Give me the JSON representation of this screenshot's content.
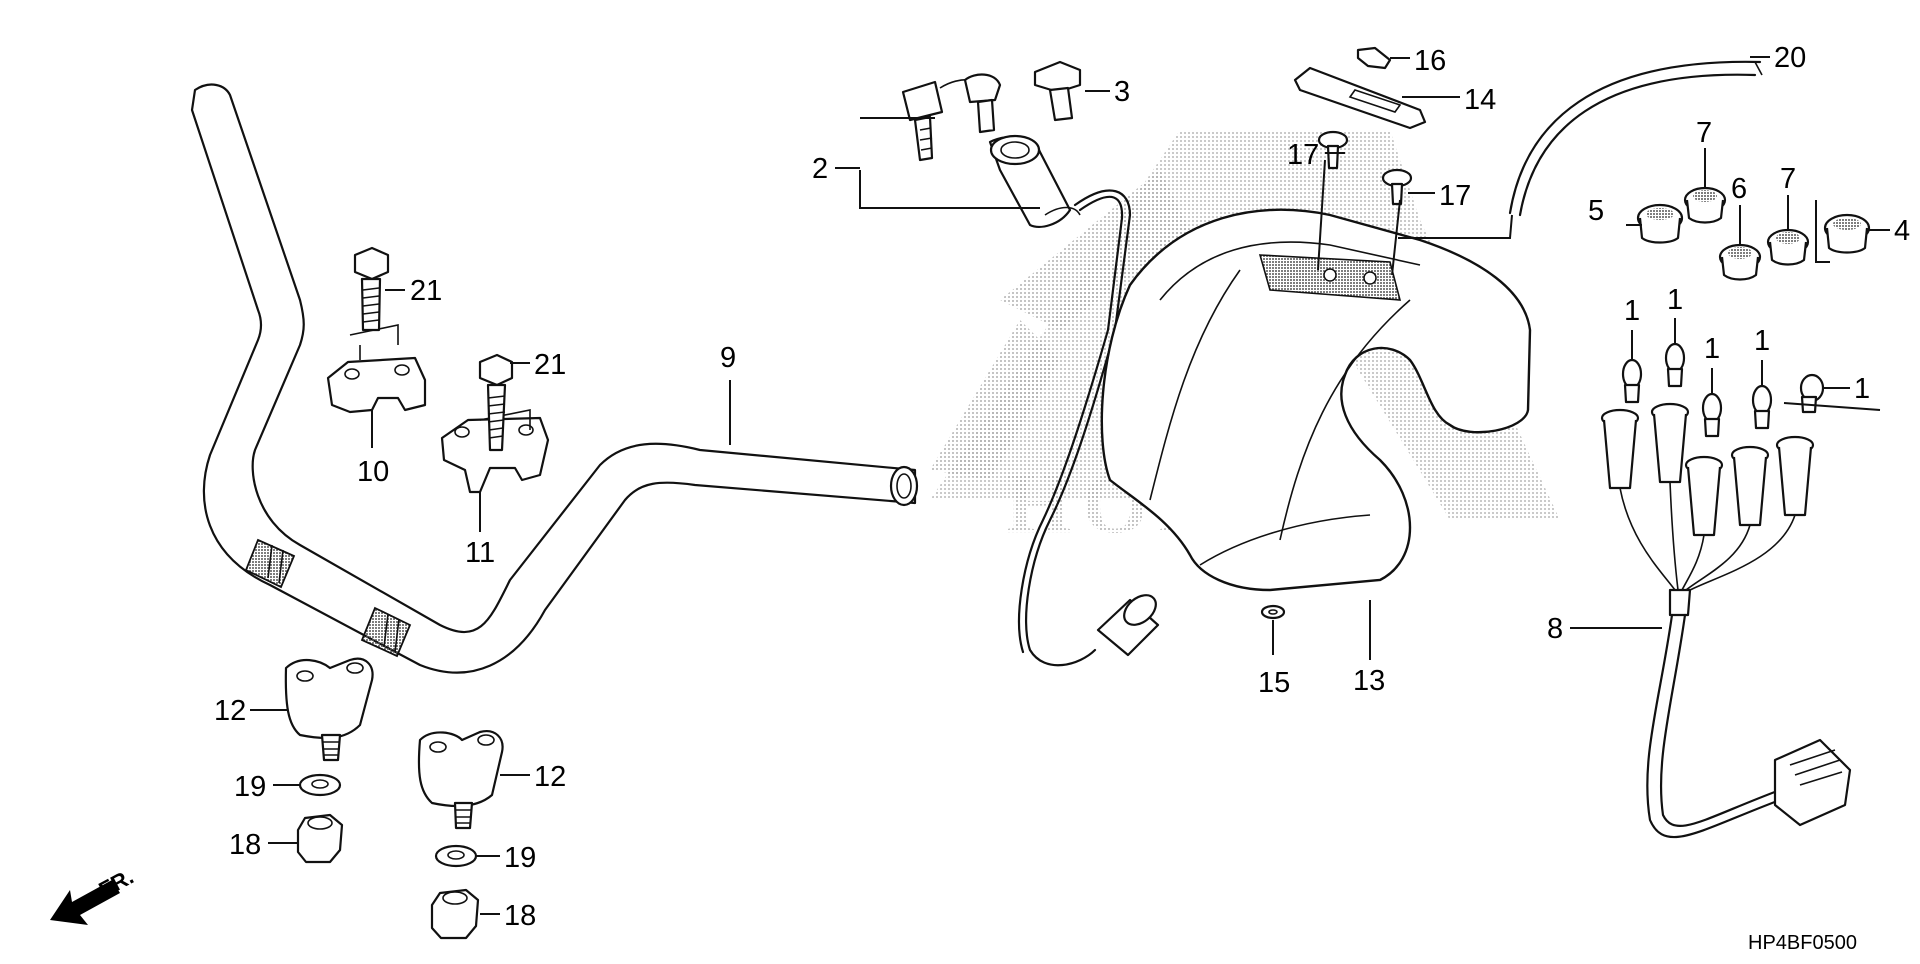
{
  "diagram": {
    "drawing_code": "HP4BF0500",
    "front_marker": "FR.",
    "watermark_text": "HONDA",
    "part_labels": [
      "1",
      "2",
      "3",
      "4",
      "5",
      "6",
      "7",
      "8",
      "9",
      "10",
      "11",
      "12",
      "13",
      "14",
      "15",
      "16",
      "17",
      "18",
      "19",
      "20",
      "21"
    ]
  },
  "parts": {
    "bulb_1": "1",
    "ignition_key_set_2": "2",
    "clip_3": "3",
    "grommet_4": "4",
    "grommet_5": "5",
    "grommet_6": "6",
    "grommet_7": "7",
    "harness_8": "8",
    "handlebar_9": "9",
    "upper_holder_10": "10",
    "upper_holder_11": "11",
    "lower_holder_12": "12",
    "handle_cover_13": "13",
    "lid_14": "14",
    "washer_15": "15",
    "nut_clip_16": "16",
    "screw_17": "17",
    "nut_18": "18",
    "washer_19": "19",
    "tube_20": "20",
    "bolt_21": "21"
  }
}
